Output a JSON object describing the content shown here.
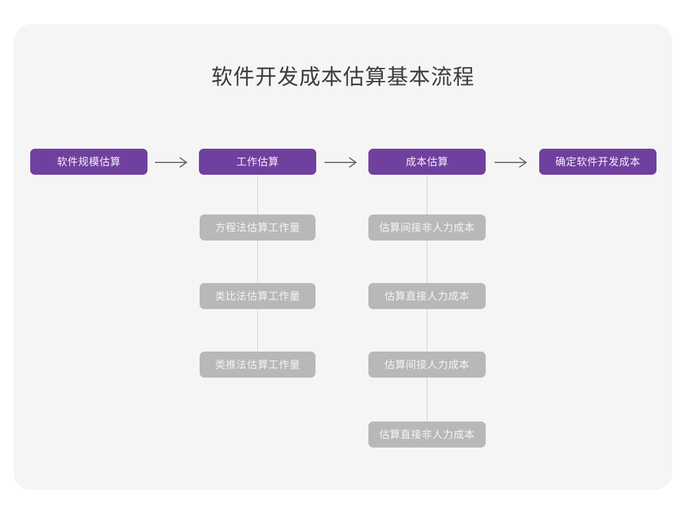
{
  "title": "软件开发成本估算基本流程",
  "colors": {
    "card_background": "#f5f5f5",
    "page_background": "#ffffff",
    "primary_node": "#70409f",
    "primary_node_text": "#f2eef7",
    "secondary_node": "#b8b8b8",
    "secondary_node_text": "#f4f4f4",
    "arrow": "#555555",
    "connector": "#d2d2d2",
    "title_text": "#3d3d3d"
  },
  "main_flow": {
    "steps": [
      {
        "label": "软件规模估算"
      },
      {
        "label": "工作估算"
      },
      {
        "label": "成本估算"
      },
      {
        "label": "确定软件开发成本"
      }
    ],
    "arrows": [
      {
        "icon": "arrow-right-icon"
      },
      {
        "icon": "arrow-right-icon"
      },
      {
        "icon": "arrow-right-icon"
      }
    ]
  },
  "branches": {
    "effort": {
      "parent": "工作估算",
      "items": [
        {
          "label": "方程法估算工作量"
        },
        {
          "label": "类比法估算工作量"
        },
        {
          "label": "类推法估算工作量"
        }
      ]
    },
    "cost": {
      "parent": "成本估算",
      "items": [
        {
          "label": "估算间接非人力成本"
        },
        {
          "label": "估算直接人力成本"
        },
        {
          "label": "估算间接人力成本"
        },
        {
          "label": "估算直接非人力成本"
        }
      ]
    }
  }
}
